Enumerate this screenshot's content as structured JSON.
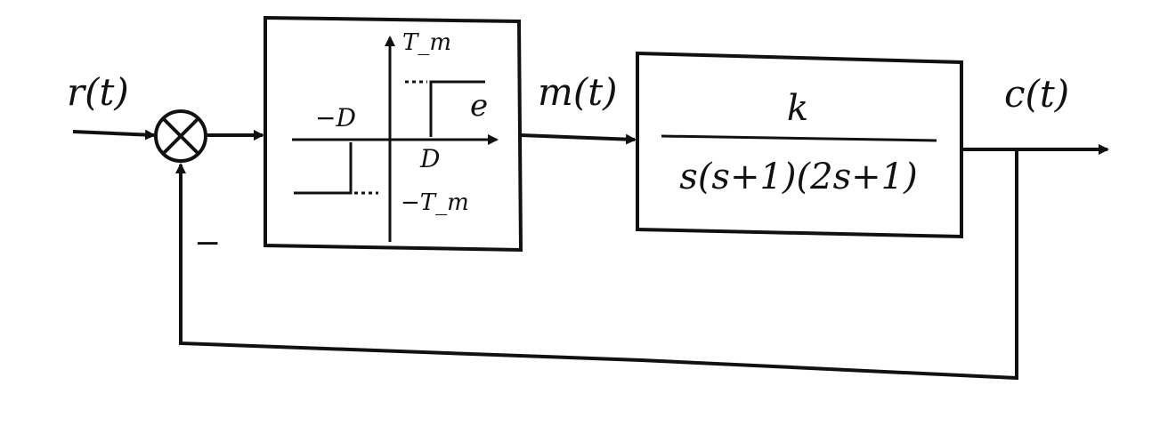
{
  "signals": {
    "input": "r(t)",
    "controller_output": "m(t)",
    "output": "c(t)",
    "feedback_sign": "−"
  },
  "relay": {
    "y_axis_label": "T_m",
    "x_axis_label": "e",
    "neg_threshold": "−D",
    "pos_threshold": "D",
    "neg_level": "−T_m"
  },
  "plant": {
    "numerator": "k",
    "denominator": "s(s+1)(2s+1)"
  }
}
